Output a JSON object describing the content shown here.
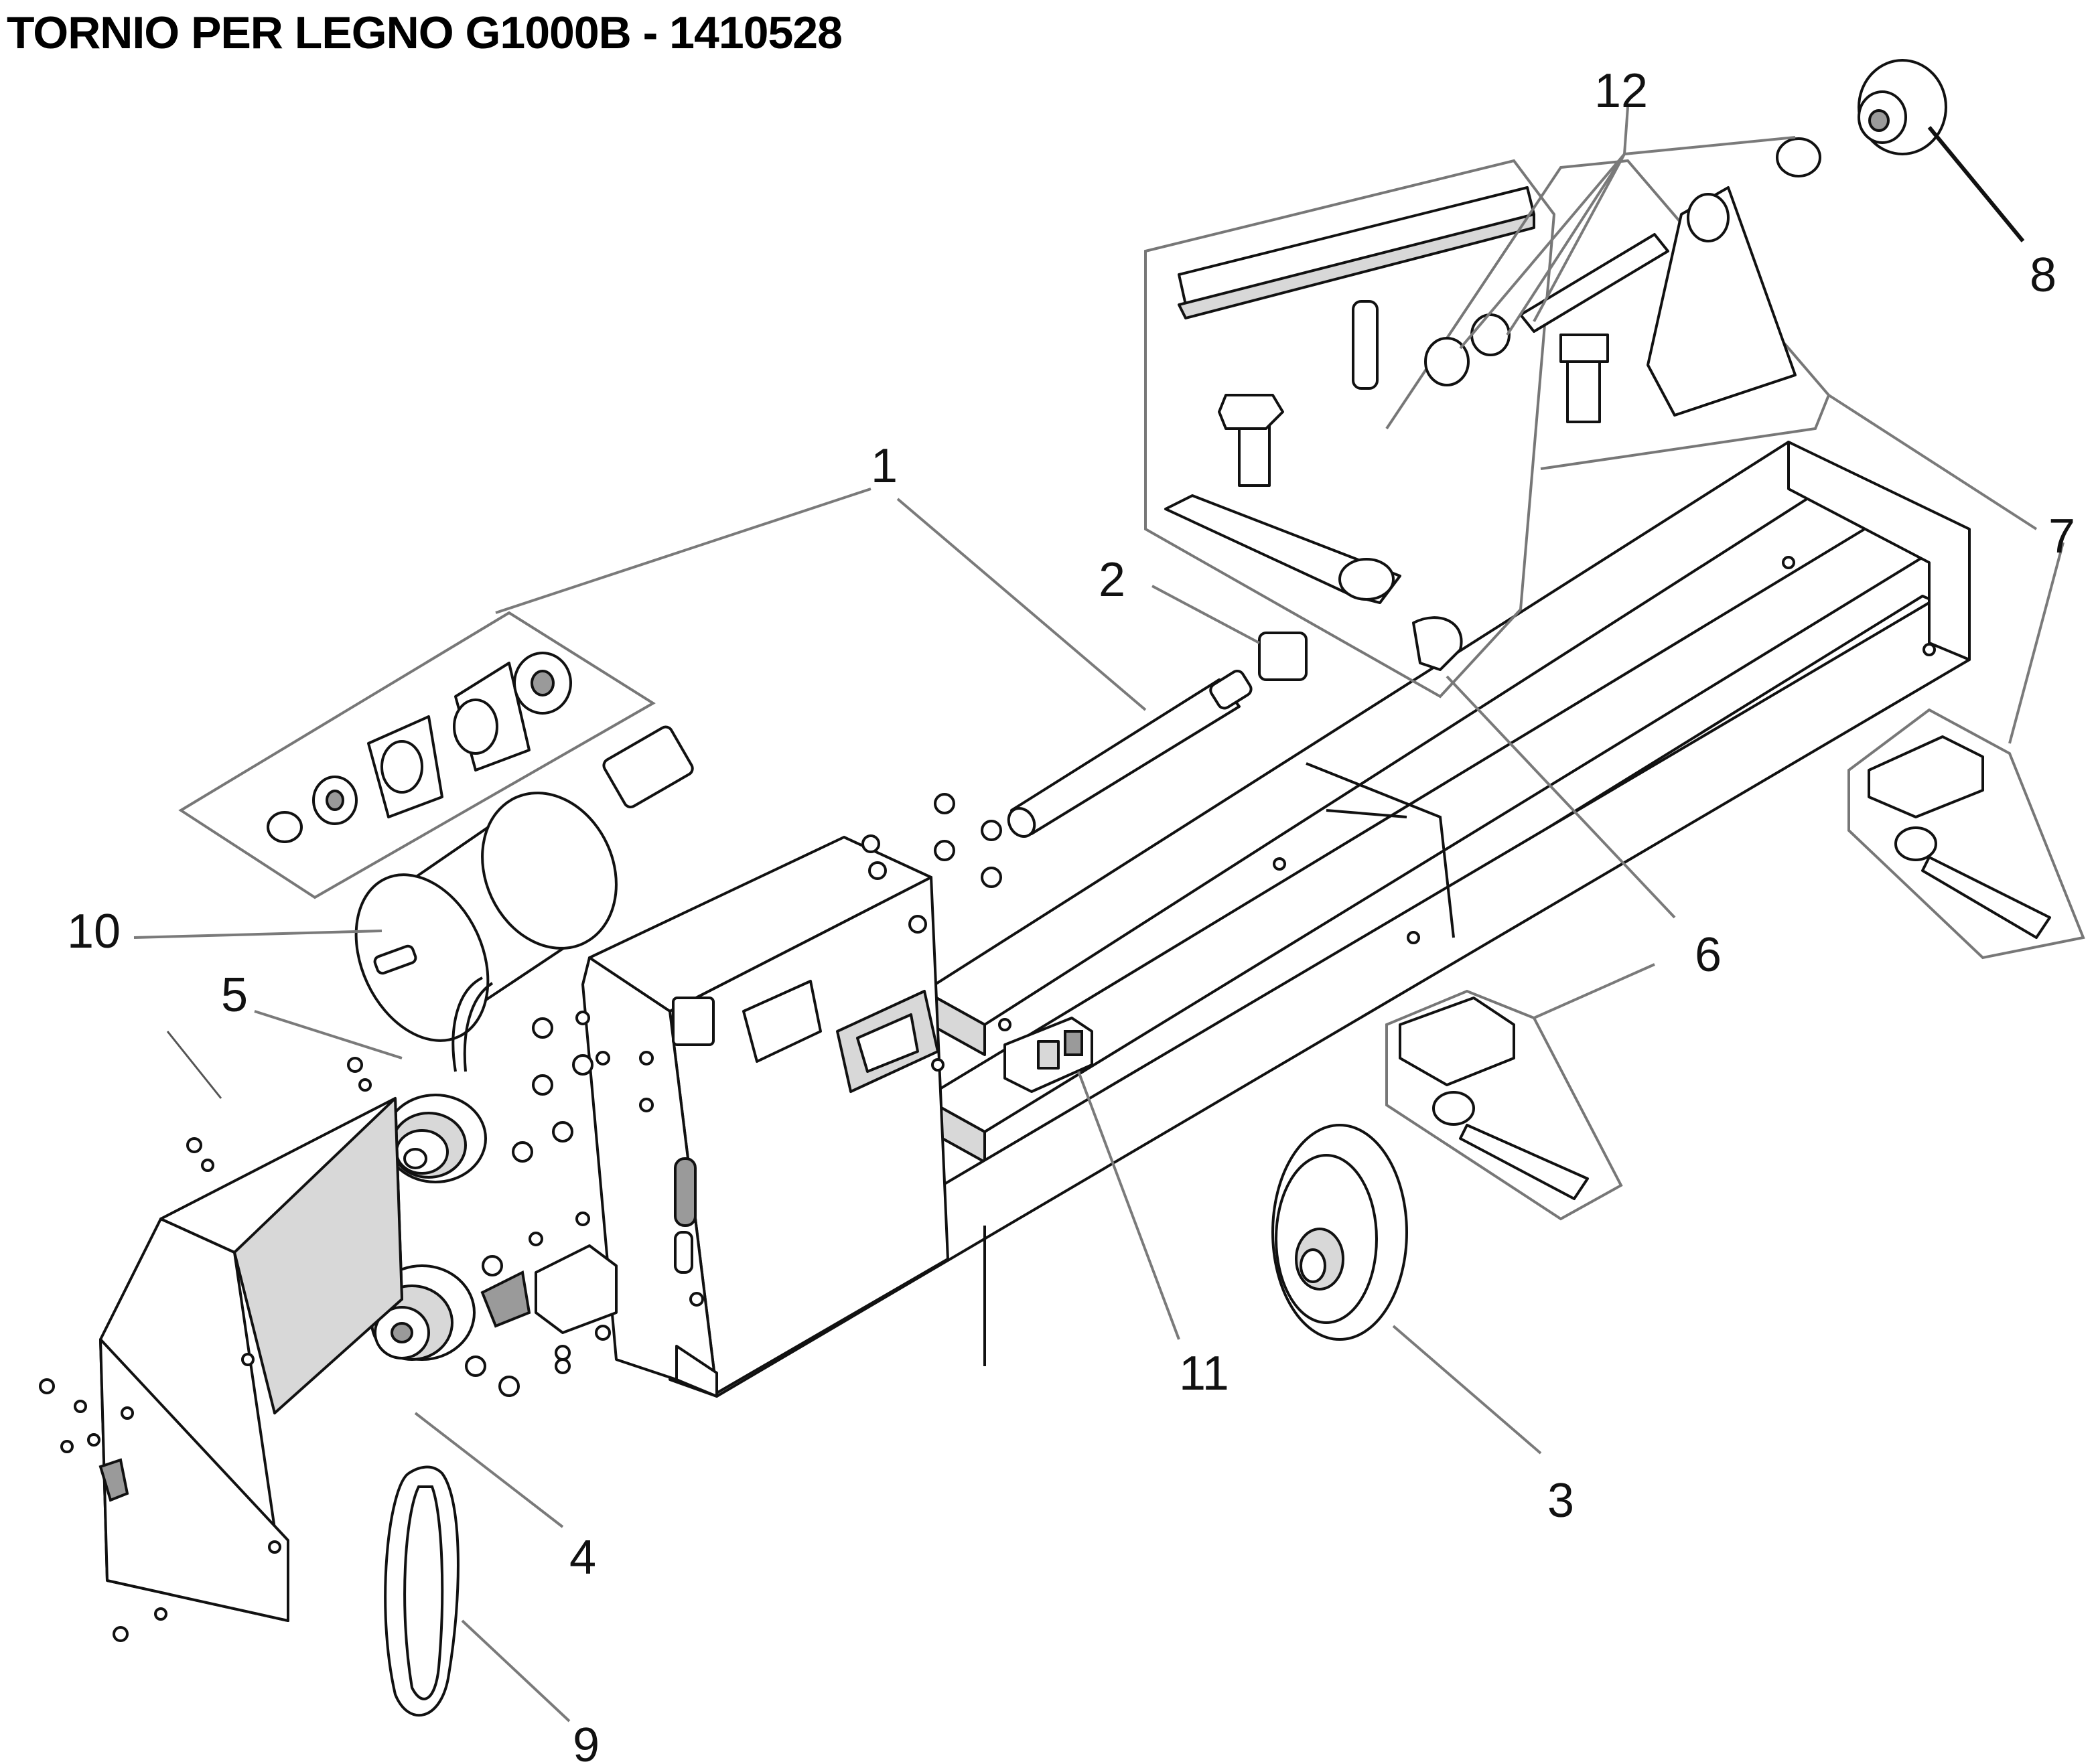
{
  "title": "TORNIO PER LEGNO G1000B - 1410528",
  "callouts": [
    {
      "id": "1",
      "label": "1"
    },
    {
      "id": "2",
      "label": "2"
    },
    {
      "id": "3",
      "label": "3"
    },
    {
      "id": "4",
      "label": "4"
    },
    {
      "id": "5",
      "label": "5"
    },
    {
      "id": "6",
      "label": "6"
    },
    {
      "id": "7",
      "label": "7"
    },
    {
      "id": "8",
      "label": "8"
    },
    {
      "id": "9",
      "label": "9"
    },
    {
      "id": "10",
      "label": "10"
    },
    {
      "id": "11",
      "label": "11"
    },
    {
      "id": "12",
      "label": "12"
    }
  ]
}
